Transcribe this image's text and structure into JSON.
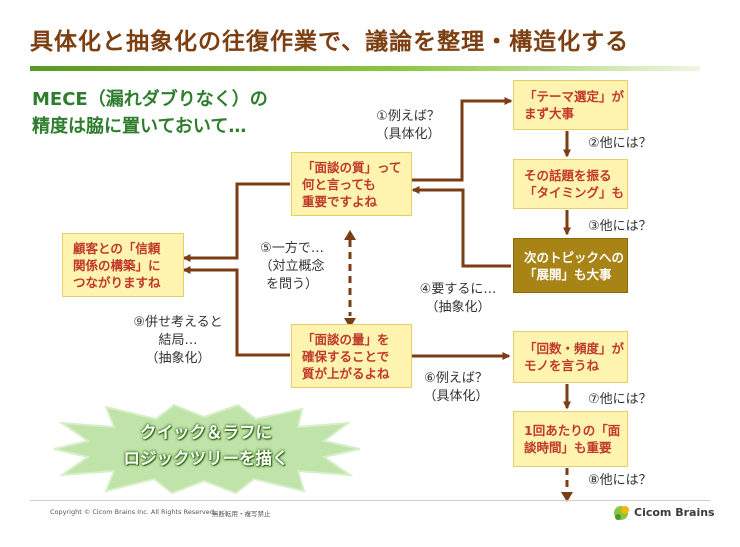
{
  "title": "具体化と抽象化の往復作業で、議論を整理・構造化する",
  "subtitle": [
    "MECE（漏れダブりなく）の",
    "精度は脇に置いておいて…"
  ],
  "nodes": {
    "trust": [
      "顧客との「信頼",
      "関係の構築」に",
      "つながりますね"
    ],
    "quality": [
      "「面談の質」って",
      "何と言っても",
      "重要ですよね"
    ],
    "quantity": [
      "「面談の量」を",
      "確保することで",
      "質が上がるよね"
    ],
    "theme": [
      "「テーマ選定」が",
      "まず大事"
    ],
    "timing": [
      "その話題を振る",
      "「タイミング」も"
    ],
    "next_topic": [
      "次のトピックへの",
      "「展開」も大事"
    ],
    "frequency": [
      "「回数・頻度」が",
      "モノを言うね"
    ],
    "duration": [
      "1回あたりの「面",
      "談時間」も重要"
    ]
  },
  "labels": {
    "l1": [
      "①例えば？",
      "（具体化）"
    ],
    "l2": "②他には？",
    "l3": "③他には？",
    "l4": [
      "④要するに…",
      "（抽象化）"
    ],
    "l5": [
      "⑤一方で…",
      "（対立概念",
      "を問う）"
    ],
    "l6": [
      "⑥例えば？",
      "（具体化）"
    ],
    "l7": "⑦他には？",
    "l8": "⑧他には？",
    "l9": [
      "⑨併せ考えると",
      "結局…",
      "（抽象化）"
    ]
  },
  "callout": [
    "クイック＆ラフに",
    "ロジックツリーを描く"
  ],
  "footer": {
    "copyright": "Copyright © Cicom Brains Inc. All Rights Reserved.",
    "notice": "無断転用・複写禁止",
    "brand": "Cicom Brains"
  },
  "colors": {
    "title": "#7b3f12",
    "subtitle": "#2e7d2e",
    "box_fill": "#fff3b0",
    "box_text": "#c0392b",
    "highlight_box": "#a88416",
    "arrow": "#7b3e14",
    "callout_burst": "#bfe3a8"
  }
}
